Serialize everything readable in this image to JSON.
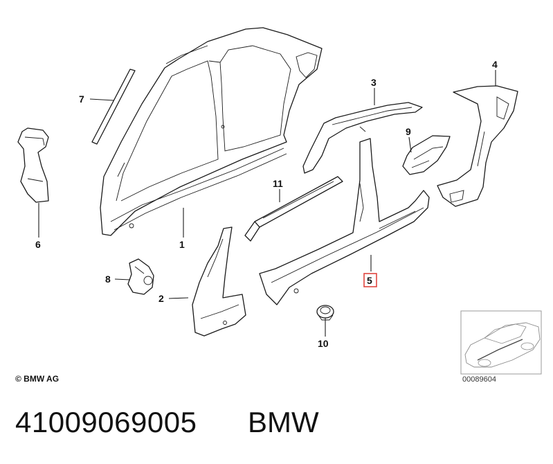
{
  "callouts": {
    "c1": "1",
    "c2": "2",
    "c3": "3",
    "c4": "4",
    "c5": "5",
    "c6": "6",
    "c7": "7",
    "c8": "8",
    "c9": "9",
    "c10": "10",
    "c11": "11"
  },
  "highlighted_callout": "5",
  "highlight_color": "#e0453f",
  "copyright": "© BMW AG",
  "thumbnail_code": "00089604",
  "part_number": "41009069005",
  "brand": "BMW"
}
